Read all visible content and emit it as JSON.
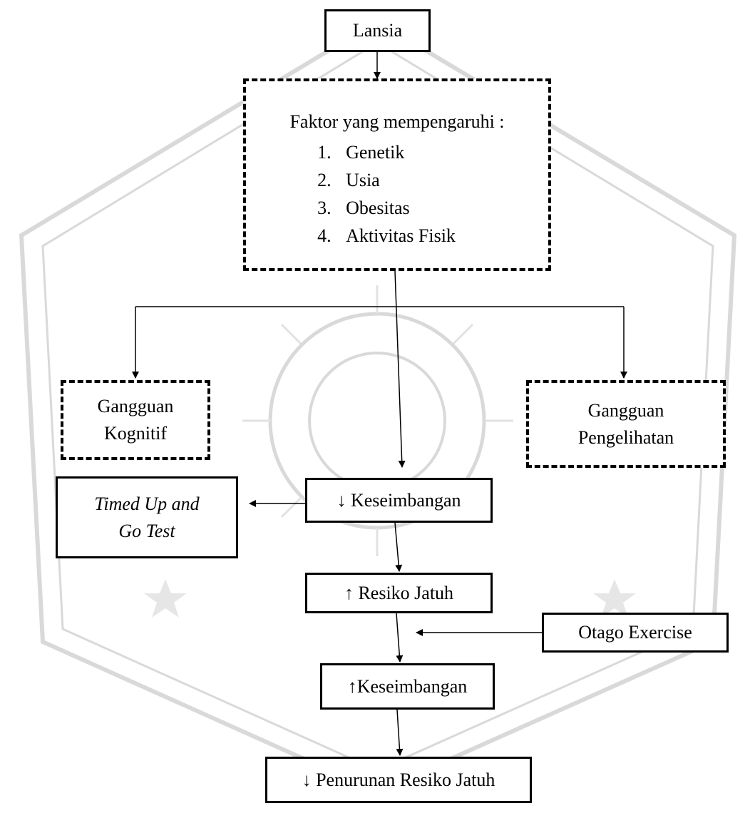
{
  "diagram": {
    "nodes": {
      "lansia": {
        "label": "Lansia"
      },
      "factors": {
        "title": "Faktor yang mempengaruhi :",
        "items": [
          {
            "num": "1.",
            "label": "Genetik"
          },
          {
            "num": "2.",
            "label": "Usia"
          },
          {
            "num": "3.",
            "label": "Obesitas"
          },
          {
            "num": "4.",
            "label": "Aktivitas Fisik"
          }
        ]
      },
      "kognitif": {
        "line1": "Gangguan",
        "line2": "Kognitif"
      },
      "pengelihatan": {
        "line1": "Gangguan",
        "line2": "Pengelihatan"
      },
      "tug": {
        "line1": "Timed Up and",
        "line2": "Go Test"
      },
      "keseimbangan_down": {
        "label": "↓ Keseimbangan"
      },
      "resiko_up": {
        "label": "↑ Resiko Jatuh"
      },
      "otago": {
        "label": "Otago Exercise"
      },
      "keseimbangan_up": {
        "label": "↑Keseimbangan"
      },
      "penurunan": {
        "label": "↓ Penurunan Resiko Jatuh"
      }
    },
    "colors": {
      "ink": "#000000",
      "watermark": "#d6d6d6"
    }
  }
}
